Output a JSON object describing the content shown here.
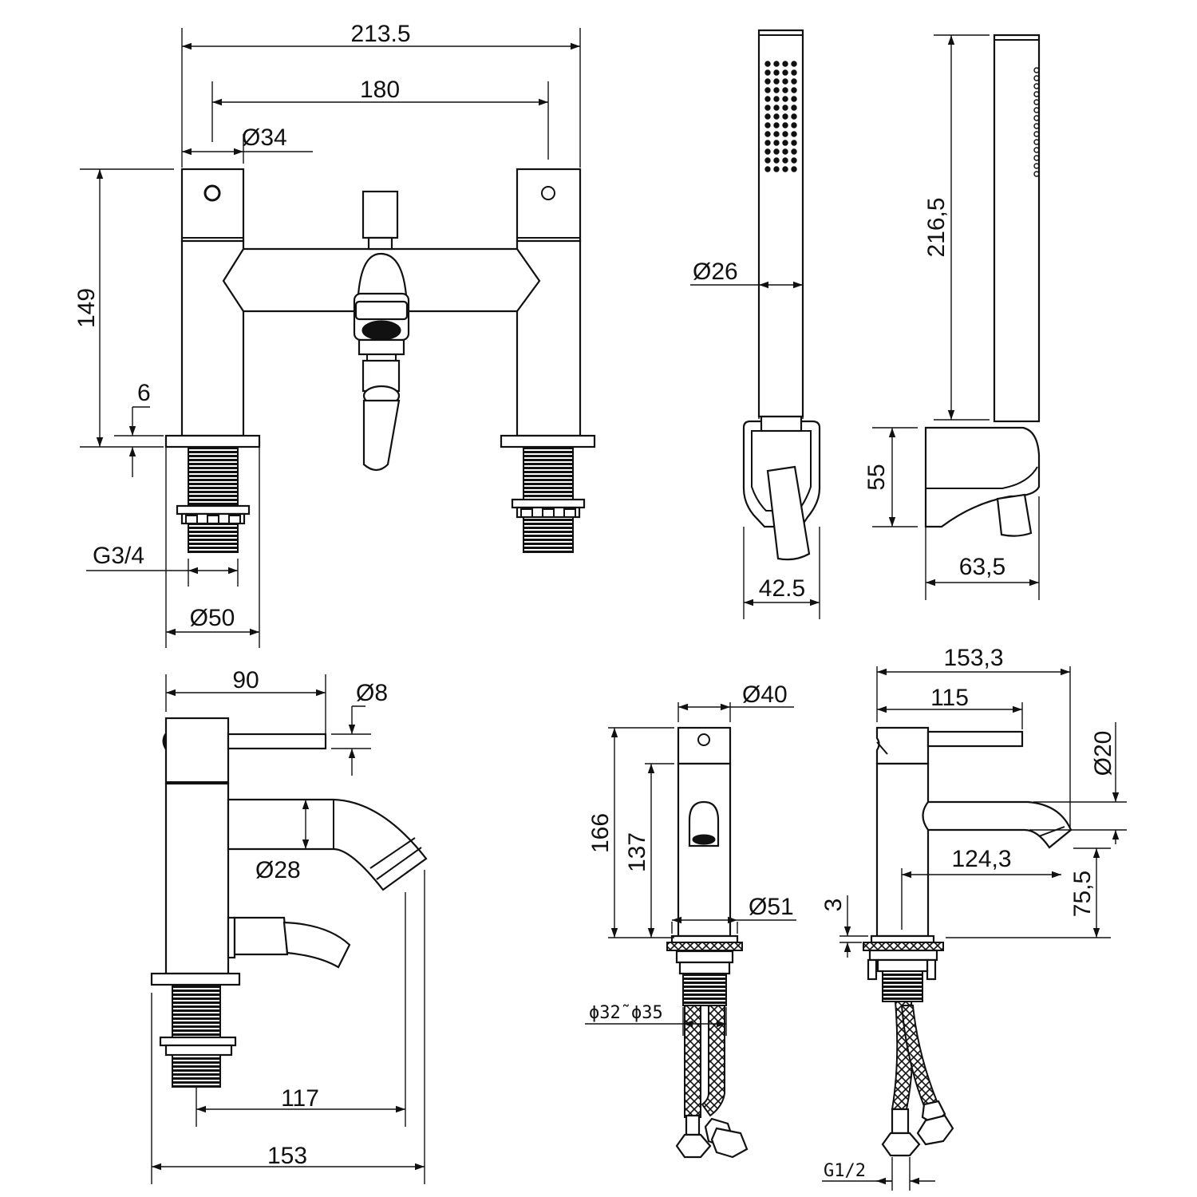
{
  "dimensions": {
    "bath_width": "213.5",
    "bath_centers": "180",
    "bath_handle_dia": "Ø34",
    "bath_height": "149",
    "bath_plate": "6",
    "bath_thread": "G3/4",
    "bath_base_dia": "Ø50",
    "shower_dia": "Ø26",
    "shower_length": "216,5",
    "holder_height": "55",
    "holder_width": "42.5",
    "holder_depth": "63,5",
    "side_lever": "90",
    "side_lever_dia": "Ø8",
    "side_spout_dia": "Ø28",
    "side_reach": "117",
    "side_depth": "153",
    "basin_dia": "Ø40",
    "basin_height": "166",
    "basin_spout_height": "137",
    "basin_base_dia": "Ø51",
    "basin_hole": "ϕ32˜ϕ35",
    "basin_depth": "153,3",
    "basin_lever": "115",
    "basin_spout_dia": "Ø20",
    "basin_reach": "124,3",
    "basin_outlet_height": "75,5",
    "basin_plate": "3",
    "basin_thread": "G1/2"
  }
}
